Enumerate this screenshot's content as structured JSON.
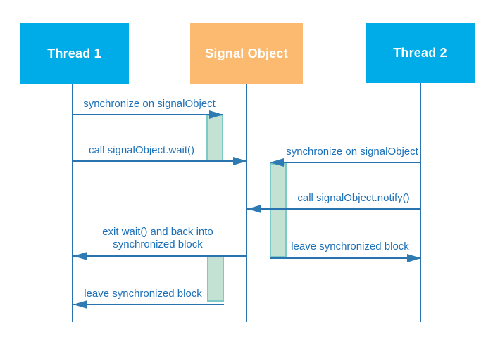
{
  "diagram": {
    "kind": "sequence-diagram",
    "topic": "thread synchronization via wait/notify on a signal object"
  },
  "colors": {
    "thread_box_fill": "#00ACE8",
    "signal_box_fill": "#FBBA6F",
    "actor_text": "#FFFFFF",
    "line_blue": "#2973B1",
    "arrowhead_blue": "#2E7BB4",
    "label_text_blue": "#1C70B8",
    "activation_fill": "#C3E2D4",
    "activation_border": "#7CC9C5",
    "background": "#FFFFFF"
  },
  "actors": [
    {
      "id": "thread-1",
      "label": "Thread 1"
    },
    {
      "id": "signal-object",
      "label": "Signal Object"
    },
    {
      "id": "thread-2",
      "label": "Thread 2"
    }
  ],
  "messages": [
    {
      "label": "synchronize on signalObject",
      "from": "Thread 1",
      "to": "Signal Object",
      "direction": "right"
    },
    {
      "label": "call signalObject.wait()",
      "from": "Thread 1",
      "to": "Signal Object",
      "direction": "right"
    },
    {
      "label": "synchronize on signalObject",
      "from": "Thread 2",
      "to": "Signal Object",
      "direction": "left"
    },
    {
      "label": "call signalObject.notify()",
      "from": "Thread 2",
      "to": "Signal Object",
      "direction": "left"
    },
    {
      "label": "exit wait() and back into\nsynchronized block",
      "from": "Signal Object",
      "to": "Thread 1",
      "direction": "left"
    },
    {
      "label": "leave synchronized block",
      "from": "Thread 2",
      "to": "Thread 2",
      "direction": "right"
    },
    {
      "label": "leave synchronized block",
      "from": "Signal Object",
      "to": "Thread 1",
      "direction": "left"
    }
  ]
}
